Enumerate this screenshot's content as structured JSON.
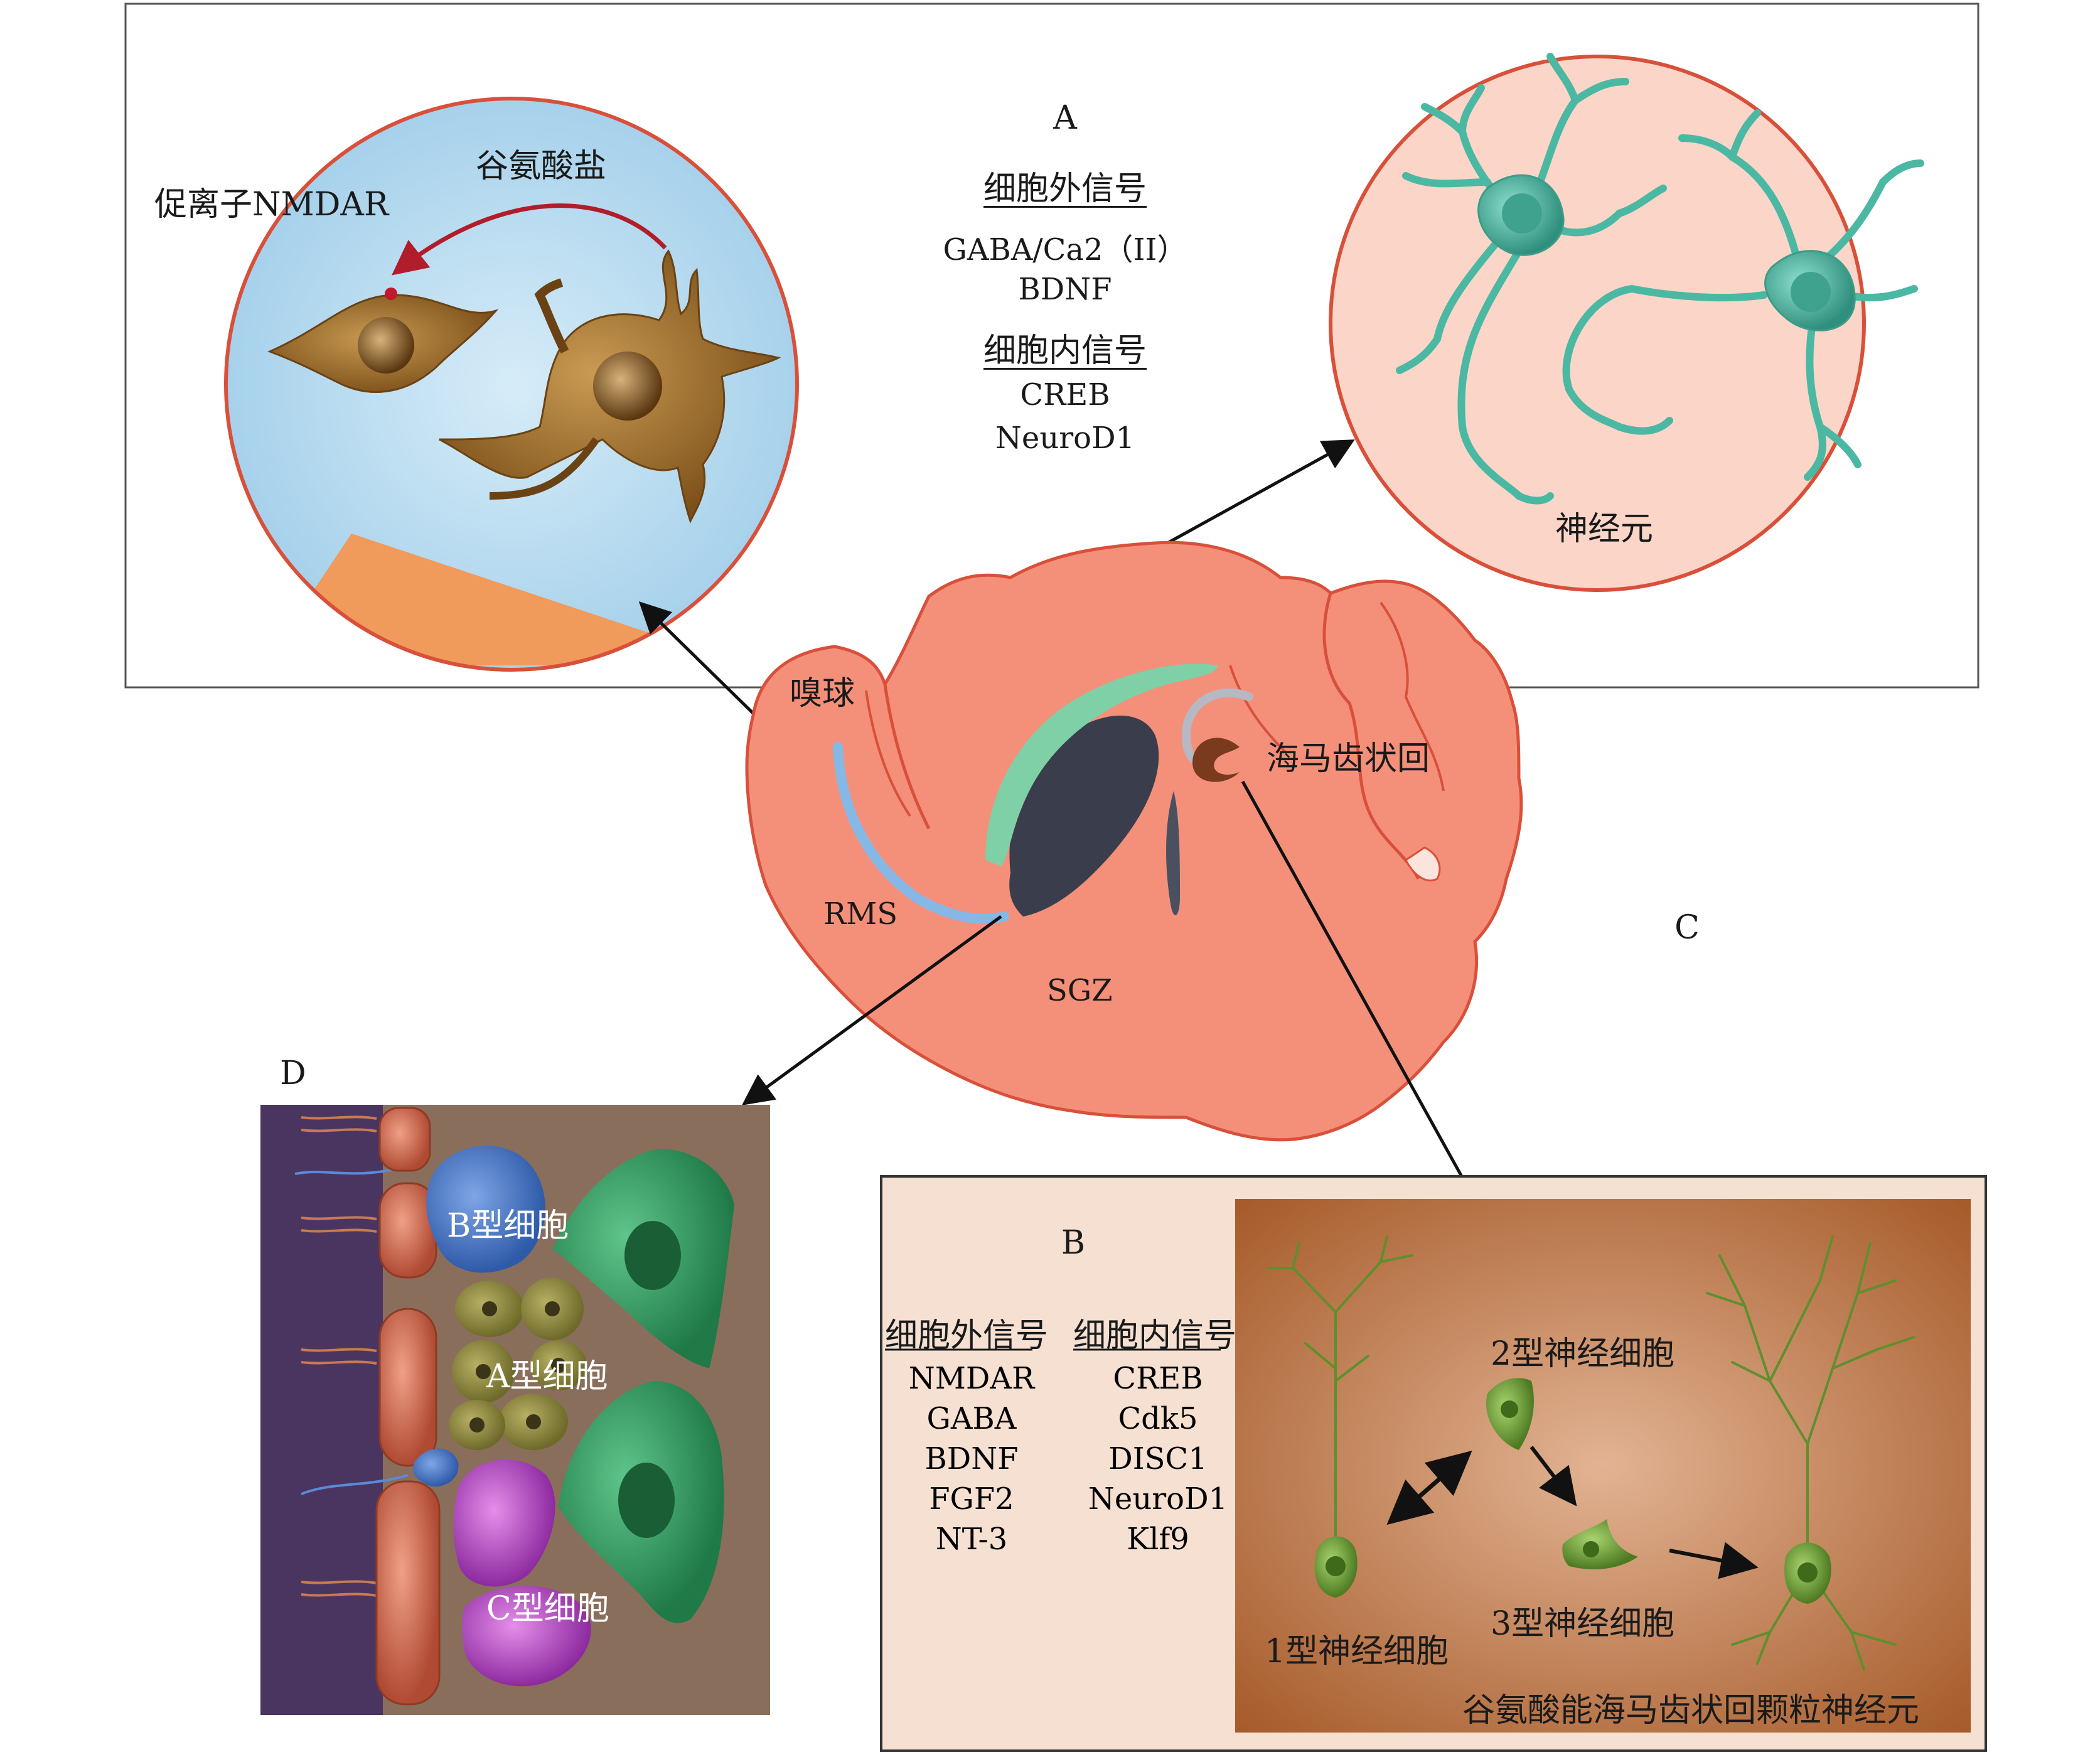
{
  "panel_a": {
    "letter": "A",
    "extracellular_heading": "细胞外信号",
    "extracellular": [
      "GABA/Ca2（II）",
      "BDNF"
    ],
    "intracellular_heading": "细胞内信号",
    "intracellular": [
      "CREB",
      "NeuroD1"
    ],
    "left_circle": {
      "nmdar_label": "促离子NMDAR",
      "glutamate_label": "谷氨酸盐"
    },
    "right_circle": {
      "neuron_label": "神经元"
    }
  },
  "brain": {
    "olfactory_bulb": "嗅球",
    "dentate_gyrus": "海马齿状回",
    "rms": "RMS",
    "sgz": "SGZ"
  },
  "panel_c": {
    "letter": "C"
  },
  "panel_d": {
    "letter": "D",
    "type_b": "B型细胞",
    "type_a": "A型细胞",
    "type_c": "C型细胞"
  },
  "panel_b": {
    "letter": "B",
    "extracellular_heading": "细胞外信号",
    "intracellular_heading": "细胞内信号",
    "extracellular": [
      "NMDAR",
      "GABA",
      "BDNF",
      "FGF2",
      "NT-3"
    ],
    "intracellular": [
      "CREB",
      "Cdk5",
      "DISC1",
      "NeuroD1",
      "Klf9"
    ],
    "type1": "1型神经细胞",
    "type2": "2型神经细胞",
    "type3": "3型神经细胞",
    "caption": "谷氨酸能海马齿状回颗粒神经元"
  },
  "colors": {
    "brain": "#f4907a",
    "brain_outline": "#d9503a",
    "panel_a_left_bg": "#a8d4ec",
    "panel_a_right_bg": "#fbd8cc",
    "panel_b_bg": "#f5e0d2",
    "panel_b_inner": "#b46a3c",
    "panel_d_bg": "#8a6e5c",
    "neuron_brown": "#9b6a28",
    "neuron_teal": "#4bb8a3",
    "neuron_green": "#5e8f2e"
  }
}
